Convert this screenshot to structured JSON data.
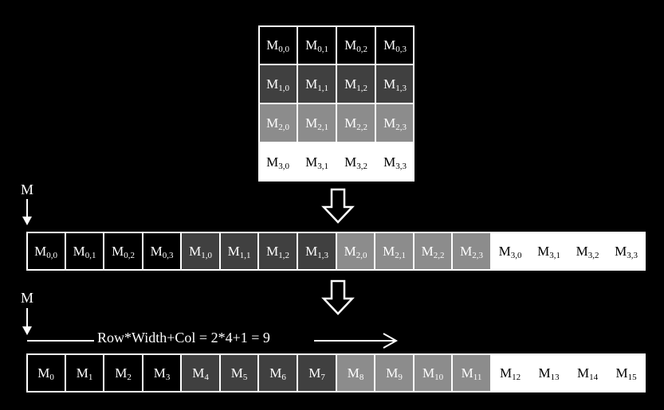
{
  "pointer_label": "M",
  "formula": "Row*Width+Col = 2*4+1 = 9",
  "matrix": {
    "rows": [
      [
        {
          "base": "M",
          "sub": "0,0"
        },
        {
          "base": "M",
          "sub": "0,1"
        },
        {
          "base": "M",
          "sub": "0,2"
        },
        {
          "base": "M",
          "sub": "0,3"
        }
      ],
      [
        {
          "base": "M",
          "sub": "1,0"
        },
        {
          "base": "M",
          "sub": "1,1"
        },
        {
          "base": "M",
          "sub": "1,2"
        },
        {
          "base": "M",
          "sub": "1,3"
        }
      ],
      [
        {
          "base": "M",
          "sub": "2,0"
        },
        {
          "base": "M",
          "sub": "2,1"
        },
        {
          "base": "M",
          "sub": "2,2"
        },
        {
          "base": "M",
          "sub": "2,3"
        }
      ],
      [
        {
          "base": "M",
          "sub": "3,0"
        },
        {
          "base": "M",
          "sub": "3,1"
        },
        {
          "base": "M",
          "sub": "3,2"
        },
        {
          "base": "M",
          "sub": "3,3"
        }
      ]
    ]
  },
  "row_major": [
    {
      "base": "M",
      "sub": "0,0",
      "row": 0
    },
    {
      "base": "M",
      "sub": "0,1",
      "row": 0
    },
    {
      "base": "M",
      "sub": "0,2",
      "row": 0
    },
    {
      "base": "M",
      "sub": "0,3",
      "row": 0
    },
    {
      "base": "M",
      "sub": "1,0",
      "row": 1
    },
    {
      "base": "M",
      "sub": "1,1",
      "row": 1
    },
    {
      "base": "M",
      "sub": "1,2",
      "row": 1
    },
    {
      "base": "M",
      "sub": "1,3",
      "row": 1
    },
    {
      "base": "M",
      "sub": "2,0",
      "row": 2
    },
    {
      "base": "M",
      "sub": "2,1",
      "row": 2
    },
    {
      "base": "M",
      "sub": "2,2",
      "row": 2
    },
    {
      "base": "M",
      "sub": "2,3",
      "row": 2
    },
    {
      "base": "M",
      "sub": "3,0",
      "row": 3
    },
    {
      "base": "M",
      "sub": "3,1",
      "row": 3
    },
    {
      "base": "M",
      "sub": "3,2",
      "row": 3
    },
    {
      "base": "M",
      "sub": "3,3",
      "row": 3
    }
  ],
  "linear": [
    {
      "base": "M",
      "sub": "0",
      "row": 0
    },
    {
      "base": "M",
      "sub": "1",
      "row": 0
    },
    {
      "base": "M",
      "sub": "2",
      "row": 0
    },
    {
      "base": "M",
      "sub": "3",
      "row": 0
    },
    {
      "base": "M",
      "sub": "4",
      "row": 1
    },
    {
      "base": "M",
      "sub": "5",
      "row": 1
    },
    {
      "base": "M",
      "sub": "6",
      "row": 1
    },
    {
      "base": "M",
      "sub": "7",
      "row": 1
    },
    {
      "base": "M",
      "sub": "8",
      "row": 2
    },
    {
      "base": "M",
      "sub": "9",
      "row": 2
    },
    {
      "base": "M",
      "sub": "10",
      "row": 2
    },
    {
      "base": "M",
      "sub": "11",
      "row": 2
    },
    {
      "base": "M",
      "sub": "12",
      "row": 3
    },
    {
      "base": "M",
      "sub": "13",
      "row": 3
    },
    {
      "base": "M",
      "sub": "14",
      "row": 3
    },
    {
      "base": "M",
      "sub": "15",
      "row": 3
    }
  ],
  "colors": {
    "background": "#000000",
    "row_shades": [
      "#000000",
      "#404040",
      "#8c8c8c",
      "#ffffff"
    ],
    "line": "#ffffff"
  }
}
